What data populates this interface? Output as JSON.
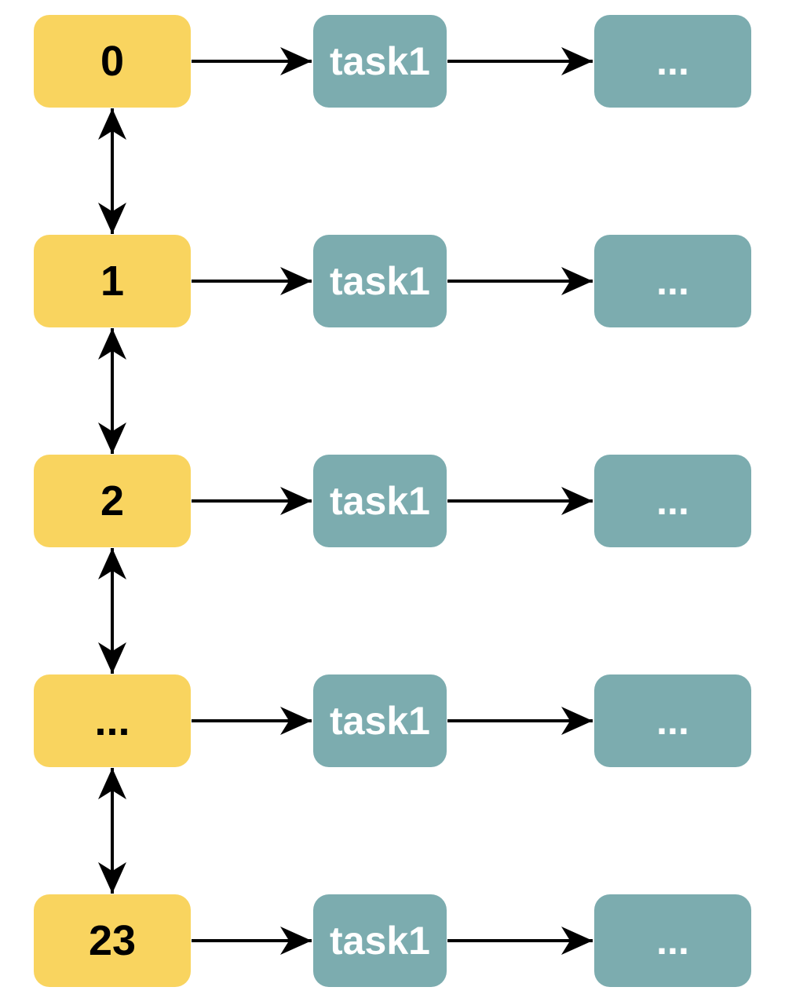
{
  "diagram": {
    "title": "timer-wheel-slot-task-list",
    "colors": {
      "slot_fill": "#F9D45F",
      "slot_text": "#000000",
      "task_fill": "#7CACAF",
      "task_text": "#FFFFFF",
      "arrow": "#000000"
    },
    "rows": [
      {
        "slot": "0",
        "task": "task1",
        "next": "..."
      },
      {
        "slot": "1",
        "task": "task1",
        "next": "..."
      },
      {
        "slot": "2",
        "task": "task1",
        "next": "..."
      },
      {
        "slot": "...",
        "task": "task1",
        "next": "..."
      },
      {
        "slot": "23",
        "task": "task1",
        "next": "..."
      }
    ]
  }
}
